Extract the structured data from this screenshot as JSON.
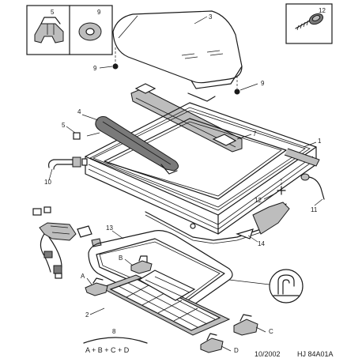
{
  "callouts": {
    "c5_box": "5",
    "c9_box": "9",
    "c12_box": "12",
    "c3": "3",
    "c9_left": "9",
    "c9_right": "9",
    "c4": "4",
    "c5": "5",
    "c7": "7",
    "c1": "1",
    "c10": "10",
    "c12": "12",
    "c11": "11",
    "c13": "13",
    "c14": "14",
    "cB": "B",
    "cA": "A",
    "c2": "2",
    "c8": "8",
    "cC": "C",
    "cD": "D"
  },
  "kit_formula": "A + B + C + D",
  "footer": {
    "date": "10/2002",
    "ref": "HJ 84A01A"
  }
}
